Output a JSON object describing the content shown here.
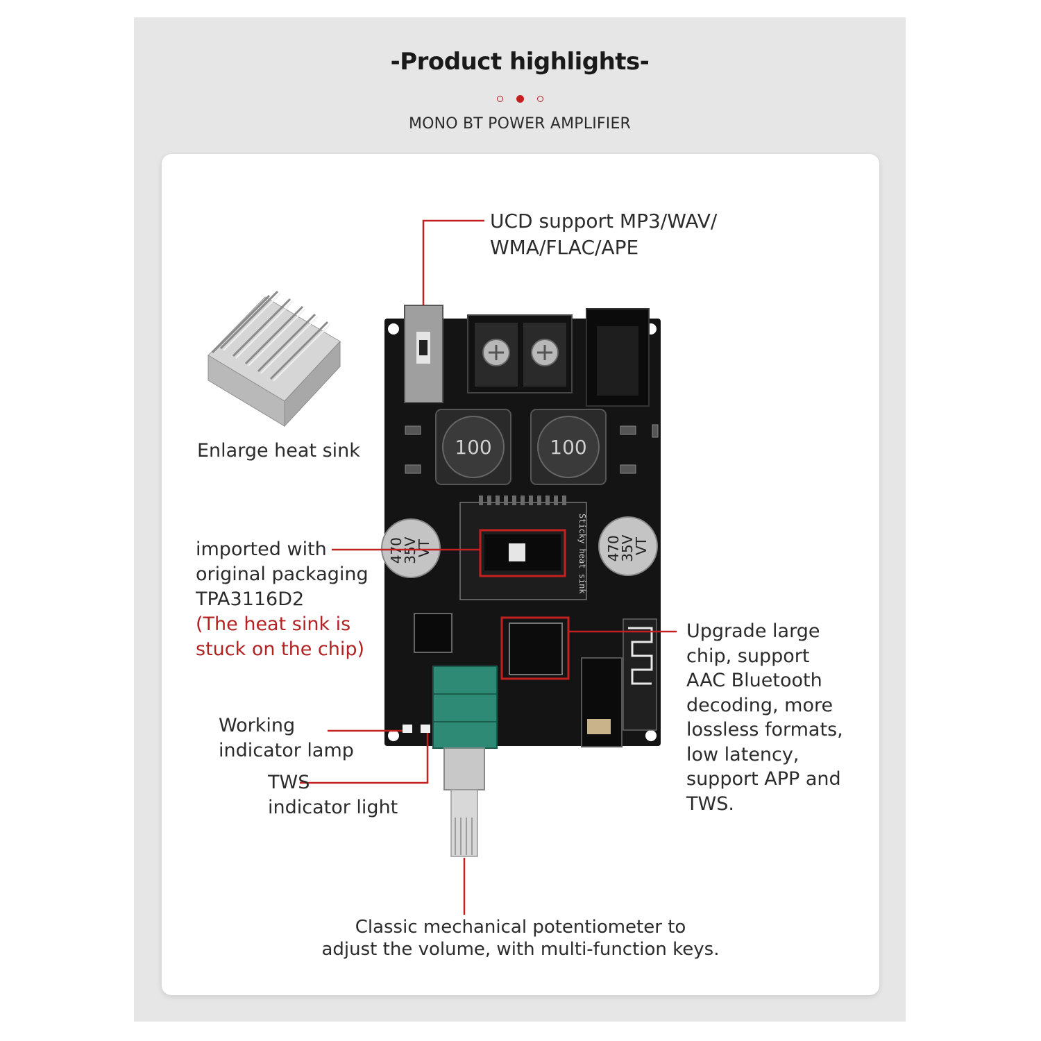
{
  "header": {
    "title": "-Product highlights-",
    "subtitle": "MONO BT POWER AMPLIFIER"
  },
  "callouts": {
    "ucd": [
      "UCD support MP3/WAV/",
      "WMA/FLAC/APE"
    ],
    "heat_sink": "Enlarge heat sink",
    "chip": [
      "imported with",
      "original packaging",
      "TPA3116D2"
    ],
    "chip_note": [
      "(The heat sink is",
      "stuck on the chip)"
    ],
    "working_lamp": [
      "Working",
      "indicator lamp"
    ],
    "tws_light": [
      "TWS",
      "indicator light"
    ],
    "bluetooth_chip": [
      "Upgrade large",
      "chip, support",
      "AAC Bluetooth",
      "decoding, more",
      "lossless formats,",
      "low latency,",
      "support APP and",
      "TWS."
    ],
    "potentiometer": [
      "Classic mechanical potentiometer to",
      "adjust the volume, with multi-function keys."
    ]
  },
  "board": {
    "inductor_marking": "100",
    "capacitor_marking": [
      "470",
      "35V",
      "VT"
    ],
    "sticker_text": "Sticky heat sink"
  },
  "colors": {
    "accent": "#c42020",
    "leader_line": "#c42020",
    "note_text": "#b22222",
    "pcb": "#141414"
  }
}
